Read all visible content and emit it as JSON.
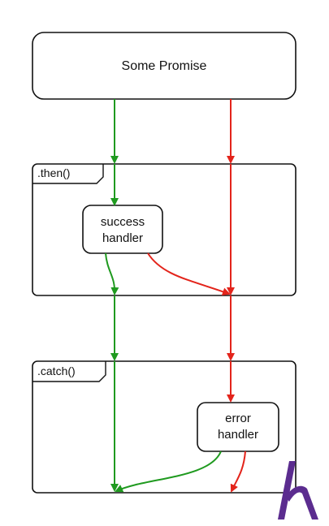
{
  "diagram": {
    "promise_label": "Some Promise",
    "then_frame": {
      "tag": ".then()"
    },
    "success_handler": {
      "line1": "success",
      "line2": "handler"
    },
    "catch_frame": {
      "tag": ".catch()"
    },
    "error_handler": {
      "line1": "error",
      "line2": "handler"
    },
    "colors": {
      "success_path": "#1f9a1f",
      "error_path": "#e3241b",
      "frame_stroke": "#111111",
      "logo": "#5b2c8f"
    },
    "logo_icon": "h-logo-icon"
  }
}
